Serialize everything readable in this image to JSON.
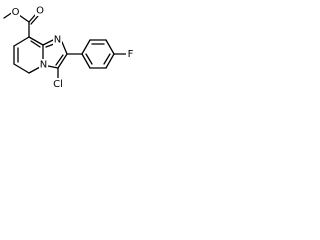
{
  "molecule": {
    "atom_labels": {
      "ester_carbonyl_oxygen": "O",
      "ester_ether_oxygen": "O",
      "ring_nitrogen_top": "N",
      "ring_nitrogen_bridge": "N",
      "chlorine": "Cl",
      "fluorine": "F"
    },
    "colors": {
      "bond": "#000000",
      "label": "#000000",
      "background": "#ffffff"
    }
  }
}
